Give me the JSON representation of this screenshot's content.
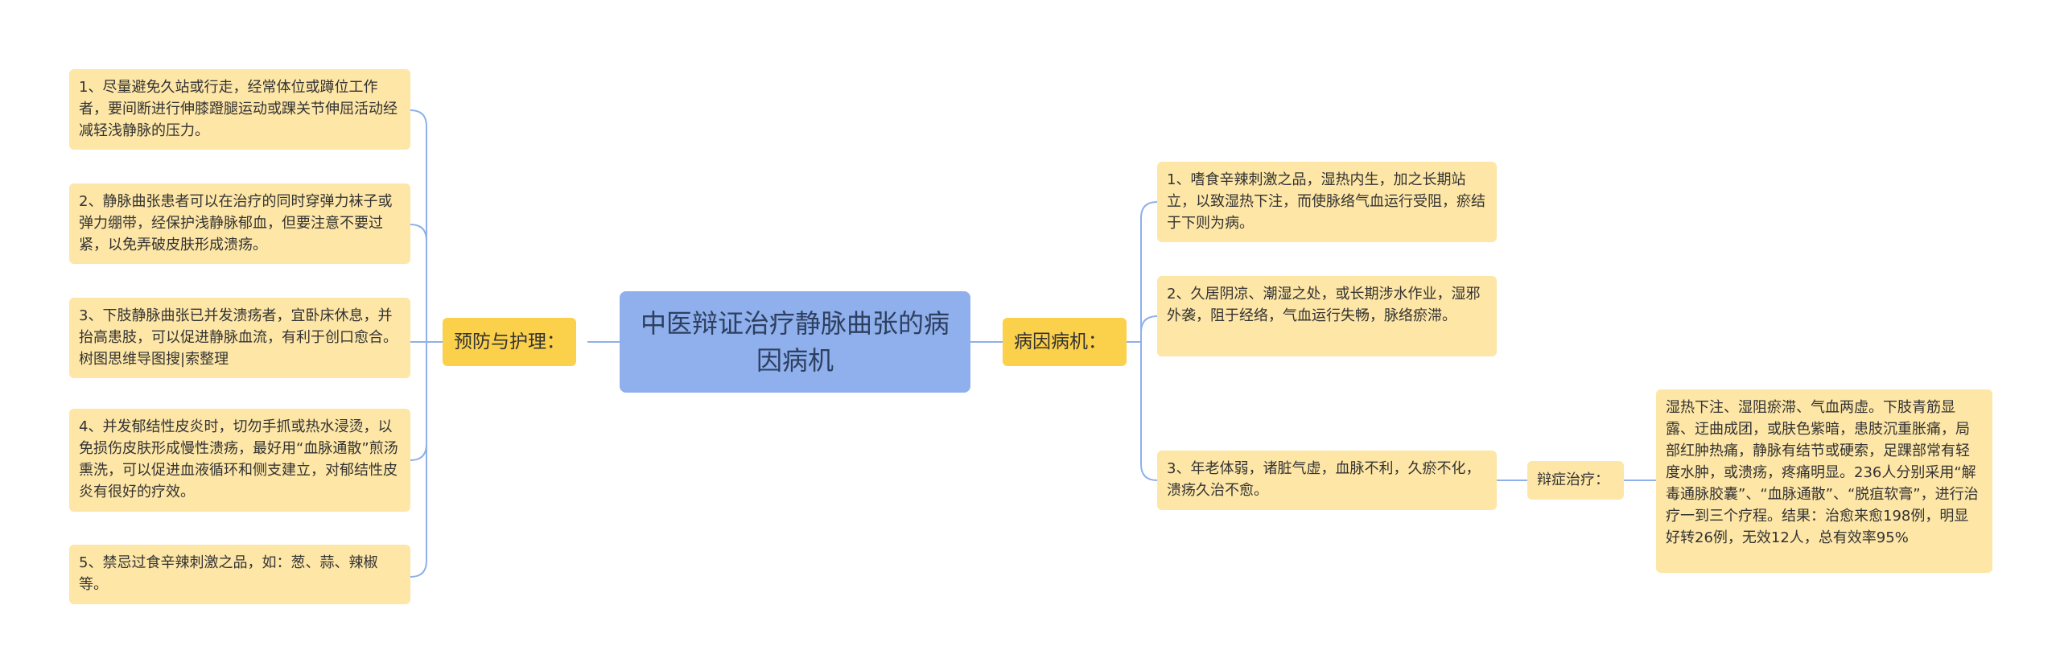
{
  "mindmap": {
    "root": "中医辩证治疗静脉曲张的病因病机",
    "left_branch": {
      "label": "预防与护理：",
      "items": [
        "1、尽量避免久站或行走，经常体位或蹲位工作者，要间断进行伸膝蹬腿运动或踝关节伸屈活动经减轻浅静脉的压力。",
        "2、静脉曲张患者可以在治疗的同时穿弹力袜子或弹力绷带，经保护浅静脉郁血，但要注意不要过紧，以免弄破皮肤形成溃疡。",
        "3、下肢静脉曲张已并发溃疡者，宜卧床休息，并抬高患肢，可以促进静脉血流，有利于创口愈合。树图思维导图搜|索整理",
        "4、并发郁结性皮炎时，切勿手抓或热水浸烫，以免损伤皮肤形成慢性溃疡，最好用“血脉通散”煎汤熏洗，可以促进血液循环和侧支建立，对郁结性皮炎有很好的疗效。",
        "5、禁忌过食辛辣刺激之品，如：葱、蒜、辣椒等。"
      ]
    },
    "right_branch": {
      "label": "病因病机：",
      "items": [
        "1、嗜食辛辣刺激之品，湿热内生，加之长期站立，以致湿热下注，而使脉络气血运行受阻，瘀结于下则为病。",
        "2、久居阴凉、潮湿之处，或长期涉水作业，湿邪外袭，阻于经络，气血运行失畅，脉络瘀滞。",
        "3、年老体弱，诸脏气虚，血脉不利，久瘀不化，溃疡久治不愈。"
      ],
      "sub_branch": {
        "label": "辩症治疗：",
        "text": "湿热下注、湿阻瘀滞、气血两虚。下肢青筋显露、迂曲成团，或肤色紫暗，患肢沉重胀痛，局部红肿热痛，静脉有结节或硬索，足踝部常有轻度水肿，或溃疡，疼痛明显。236人分别采用“解毒通脉胶囊”、“血脉通散”、“脱疽软膏”，进行治疗一到三个疗程。结果：治愈来愈198例，明显好转26例，无效12人，总有效率95%"
      }
    },
    "colors": {
      "root_bg": "#8fb0ec",
      "branch_bg": "#fbd04a",
      "leaf_bg": "#fde6a6",
      "connector": "#8fb0ec"
    }
  }
}
